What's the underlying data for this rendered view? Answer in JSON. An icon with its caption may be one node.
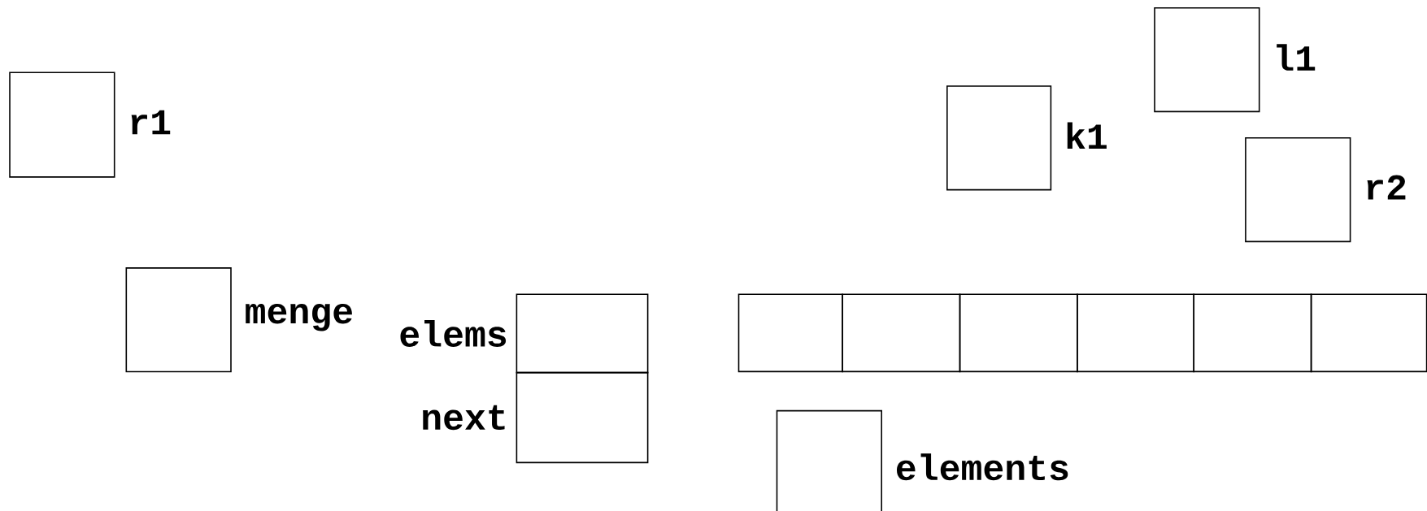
{
  "diagram": {
    "nodes": [
      {
        "text": [],
        "shape": "box",
        "beside": [
          "l1"
        ]
      },
      {
        "text": [],
        "shape": "box",
        "beside": [
          "r1"
        ]
      },
      {
        "text": [],
        "shape": "box",
        "beside": [
          "k1"
        ]
      },
      {
        "text": [],
        "shape": "box",
        "beside": [
          "r2"
        ]
      },
      {
        "text": [],
        "shape": "box",
        "beside": [
          "menge"
        ]
      },
      {
        "text": [],
        "shape": "box",
        "beside": [
          "elems"
        ]
      },
      {
        "text": [],
        "shape": "box"
      },
      {
        "text": [],
        "shape": "box"
      },
      {
        "text": [],
        "shape": "box"
      },
      {
        "text": [],
        "shape": "box"
      },
      {
        "text": [],
        "shape": "box"
      },
      {
        "text": [],
        "shape": "box"
      },
      {
        "text": [],
        "shape": "box",
        "beside": [
          "next"
        ]
      },
      {
        "text": [],
        "shape": "box",
        "beside": [
          "elements"
        ]
      }
    ]
  }
}
